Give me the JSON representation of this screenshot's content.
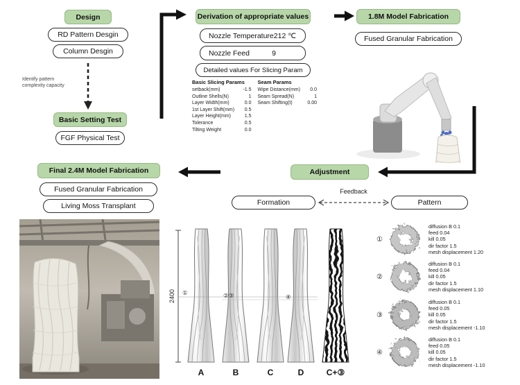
{
  "flow": {
    "design": {
      "title": "Design",
      "items": [
        "RD Pattern Desgin",
        "Column Desgin"
      ],
      "note_line1": "Identify pattern",
      "note_line2": "complexity capacity"
    },
    "basic_setting_test": {
      "title": "Basic Setting Test",
      "items": [
        "FGF Physical Test"
      ]
    },
    "derivation": {
      "title": "Derivation of appropriate values",
      "nozzle_temperature_label": "Nozzle Temperature",
      "nozzle_temperature_value": "212 ℃",
      "nozzle_feed_label": "Nozzle Feed",
      "nozzle_feed_value": "9",
      "detail_label": "Detailed values For Slicing Param",
      "basic_slicing_title": "Basic Slicing Params",
      "basic_slicing": [
        {
          "label": "setback(mm)",
          "value": "-1.5"
        },
        {
          "label": "Outline Shells(N)",
          "value": "1"
        },
        {
          "label": "Layer Width(mm)",
          "value": "0.0"
        },
        {
          "label": "1st Layer Shift(mm)",
          "value": "0.5"
        },
        {
          "label": "Layer Height(mm)",
          "value": "1.5"
        },
        {
          "label": "Tolerance",
          "value": "0.5"
        },
        {
          "label": "Tilting Weight",
          "value": "0.0"
        }
      ],
      "seam_title": "Seam Params",
      "seam": [
        {
          "label": "Wipe Distance(mm)",
          "value": "0.0"
        },
        {
          "label": "Seam Spread(N)",
          "value": "1"
        },
        {
          "label": "Seam Shifting(t)",
          "value": "0.00"
        }
      ]
    },
    "model18": {
      "title": "1.8M Model Fabrication",
      "items": [
        "Fused Granular Fabrication"
      ]
    },
    "adjustment_title": "Adjustment",
    "final24": {
      "title": "Final 2.4M Model Fabrication",
      "items": [
        "Fused Granular Fabrication",
        "Living Moss Transplant"
      ]
    },
    "formation_label": "Formation",
    "feedback_label": "Feedback",
    "pattern_label": "Pattern"
  },
  "columns": {
    "dimension": "2400",
    "labels": [
      "A",
      "B",
      "C",
      "D",
      "C+③"
    ],
    "markers": [
      "①",
      "②③",
      "④"
    ]
  },
  "pattern_rows": [
    {
      "num": "①",
      "lines": [
        "diffusion B 0.1",
        "feed 0.04",
        "kill 0.05",
        "dir factor 1.5",
        "mesh displacement 1.20"
      ]
    },
    {
      "num": "②",
      "lines": [
        "diffusion B 0.1",
        "feed 0.04",
        "kill 0.05",
        "dir factor 1.5",
        "mesh displacement 1.10"
      ]
    },
    {
      "num": "③",
      "lines": [
        "diffusion B 0.1",
        "feed 0.05",
        "kill 0.05",
        "dir factor 1.5",
        "mesh displacement -1.10"
      ]
    },
    {
      "num": "④",
      "lines": [
        "diffusion B 0.1",
        "feed 0.05",
        "kill 0.05",
        "dir factor 1.5",
        "mesh displacement -1.10"
      ]
    }
  ],
  "colors": {
    "green_box": "#b7d7a9",
    "arrow": "#111111"
  }
}
